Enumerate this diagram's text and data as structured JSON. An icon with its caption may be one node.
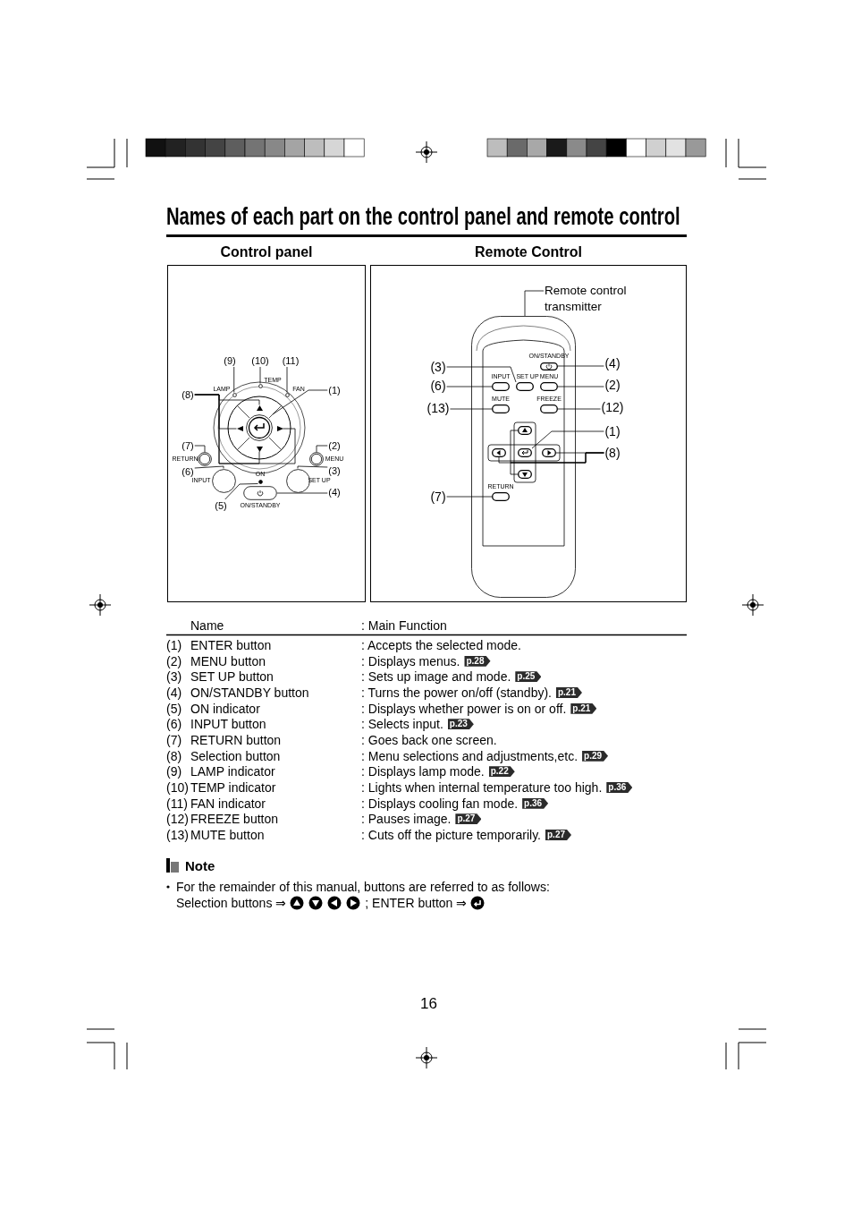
{
  "diagram": {
    "title": "Names of each part on the control panel and remote control",
    "nodes": [
      {
        "text": [
          "Control panel"
        ]
      },
      {
        "text": [
          "Remote Control"
        ]
      },
      {
        "text": [
          "(9)"
        ],
        "in": 0
      },
      {
        "text": [
          "(10)"
        ],
        "in": 0
      },
      {
        "text": [
          "(11)"
        ],
        "in": 0
      },
      {
        "text": [
          "(1)"
        ],
        "in": 0
      },
      {
        "text": [
          "(8)"
        ],
        "in": 0
      },
      {
        "text": [
          "(7)"
        ],
        "in": 0
      },
      {
        "text": [
          "(2)"
        ],
        "in": 0
      },
      {
        "text": [
          "(6)"
        ],
        "in": 0
      },
      {
        "text": [
          "(3)"
        ],
        "in": 0
      },
      {
        "text": [
          "(4)"
        ],
        "in": 0
      },
      {
        "text": [
          "(5)"
        ],
        "in": 0
      },
      {
        "text": [
          "Remote control transmitter"
        ],
        "in": 1
      },
      {
        "text": [
          "(4)"
        ],
        "in": 1
      },
      {
        "text": [
          "(3)"
        ],
        "in": 1
      },
      {
        "text": [
          "(6)"
        ],
        "in": 1
      },
      {
        "text": [
          "(2)"
        ],
        "in": 1
      },
      {
        "text": [
          "(13)"
        ],
        "in": 1
      },
      {
        "text": [
          "(12)"
        ],
        "in": 1
      },
      {
        "text": [
          "(1)"
        ],
        "in": 1
      },
      {
        "text": [
          "(8)"
        ],
        "in": 1
      },
      {
        "text": [
          "(7)"
        ],
        "in": 1
      },
      {
        "text": [],
        "shape": "circle",
        "in": 0,
        "beside": [
          "LAMP"
        ]
      },
      {
        "text": [],
        "shape": "circle",
        "in": 0,
        "beside": [
          "TEMP"
        ]
      },
      {
        "text": [],
        "shape": "circle",
        "in": 0,
        "beside": [
          "FAN"
        ]
      },
      {
        "text": [],
        "shape": "triangle",
        "in": 0
      },
      {
        "text": [],
        "shape": "triangle",
        "in": 0
      },
      {
        "text": [],
        "shape": "circle",
        "in": 0
      },
      {
        "text": [],
        "shape": "triangle",
        "in": 0
      },
      {
        "text": [],
        "shape": "triangle",
        "in": 0
      },
      {
        "text": [],
        "shape": "circle",
        "in": 0,
        "beside": [
          "RETURN"
        ]
      },
      {
        "text": [],
        "shape": "circle",
        "in": 0,
        "beside": [
          "MENU"
        ]
      },
      {
        "text": [],
        "shape": "circle",
        "in": 0,
        "beside": [
          "INPUT"
        ]
      },
      {
        "text": [],
        "shape": "circle",
        "in": 0,
        "beside": [
          "ON"
        ]
      },
      {
        "text": [],
        "shape": "circle",
        "in": 0,
        "beside": [
          "SET UP"
        ]
      },
      {
        "text": [],
        "shape": "box",
        "in": 0,
        "beside": [
          "ON/STANDBY"
        ]
      },
      {
        "text": [],
        "shape": "picture",
        "in": 1
      },
      {
        "text": [],
        "shape": "box",
        "in": 37,
        "beside": [
          "ON/STANDBY"
        ]
      },
      {
        "text": [],
        "shape": "box",
        "in": 37,
        "beside": [
          "INPUT"
        ]
      },
      {
        "text": [],
        "shape": "box",
        "in": 37,
        "beside": [
          "SET UP"
        ]
      },
      {
        "text": [],
        "shape": "box",
        "in": 37,
        "beside": [
          "MENU"
        ]
      },
      {
        "text": [],
        "shape": "box",
        "in": 37,
        "beside": [
          "MUTE"
        ]
      },
      {
        "text": [],
        "shape": "box",
        "in": 37,
        "beside": [
          "FREEZE"
        ]
      },
      {
        "text": [],
        "shape": "box",
        "in": 37
      },
      {
        "text": [],
        "shape": "box",
        "in": 37
      },
      {
        "text": [],
        "shape": "box",
        "in": 37
      },
      {
        "text": [],
        "shape": "box",
        "in": 37
      },
      {
        "text": [],
        "shape": "box",
        "in": 37
      },
      {
        "text": [],
        "shape": "box",
        "in": 37,
        "beside": [
          "RETURN"
        ]
      }
    ],
    "edges": [
      {
        "from": 2,
        "to": 23,
        "arrow": "none"
      },
      {
        "from": 3,
        "to": 24,
        "arrow": "none"
      },
      {
        "from": 4,
        "to": 25,
        "arrow": "none"
      },
      {
        "from": 5,
        "to": 28,
        "arrow": "none"
      },
      {
        "from": 6,
        "to": 26,
        "arrow": "none"
      },
      {
        "from": 6,
        "to": 27,
        "arrow": "none"
      },
      {
        "from": 6,
        "to": 29,
        "arrow": "none"
      },
      {
        "from": 6,
        "to": 30,
        "arrow": "none"
      },
      {
        "from": 7,
        "to": 31,
        "arrow": "none"
      },
      {
        "from": 8,
        "to": 32,
        "arrow": "none"
      },
      {
        "from": 9,
        "to": 33,
        "arrow": "none"
      },
      {
        "from": 10,
        "to": 35,
        "arrow": "none"
      },
      {
        "from": 11,
        "to": 36,
        "arrow": "none"
      },
      {
        "from": 12,
        "to": 34,
        "arrow": "none"
      },
      {
        "from": 13,
        "to": 37,
        "arrow": "none"
      },
      {
        "from": 14,
        "to": 38,
        "arrow": "none"
      },
      {
        "from": 15,
        "to": 40,
        "arrow": "none"
      },
      {
        "from": 16,
        "to": 39,
        "arrow": "none"
      },
      {
        "from": 17,
        "to": 41,
        "arrow": "none"
      },
      {
        "from": 18,
        "to": 42,
        "arrow": "none"
      },
      {
        "from": 19,
        "to": 43,
        "arrow": "none"
      },
      {
        "from": 20,
        "to": 46,
        "arrow": "none"
      },
      {
        "from": 21,
        "to": 44,
        "arrow": "none"
      },
      {
        "from": 21,
        "to": 45,
        "arrow": "none"
      },
      {
        "from": 21,
        "to": 47,
        "arrow": "none"
      },
      {
        "from": 21,
        "to": 48,
        "arrow": "none"
      },
      {
        "from": 22,
        "to": 49,
        "arrow": "none"
      }
    ],
    "labels": [
      "Name",
      ": Main Function",
      "(1)",
      "ENTER button",
      ": Accepts the selected mode.",
      "(2)",
      "MENU button",
      ": Displays menus.",
      "p.28",
      "(3)",
      "SET UP button",
      ": Sets up image and mode.",
      "p.25",
      "(4)",
      "ON/STANDBY button",
      ": Turns the power on/off (standby).",
      "p.21",
      "(5)",
      "ON indicator",
      ": Displays whether power is on or off.",
      "p.21",
      "(6)",
      "INPUT button",
      ": Selects input.",
      "p.23",
      "(7)",
      "RETURN button",
      ": Goes back one screen.",
      "(8)",
      "Selection button",
      ": Menu selections and adjustments,etc.",
      "p.29",
      "(9)",
      "LAMP indicator",
      ": Displays lamp mode.",
      "p.22",
      "(10)",
      "TEMP indicator",
      ": Lights when internal temperature too high.",
      "p.36",
      "(11)",
      "FAN indicator",
      ": Displays cooling fan mode.",
      "p.36",
      "(12)",
      "FREEZE button",
      ": Pauses image.",
      "p.27",
      "(13)",
      "MUTE button",
      ": Cuts off the picture temporarily.",
      "p.27",
      "Note",
      "For the remainder of this manual, buttons are referred to as follows:",
      "Selection buttons ⇒",
      "; ENTER button ⇒",
      "16"
    ]
  }
}
